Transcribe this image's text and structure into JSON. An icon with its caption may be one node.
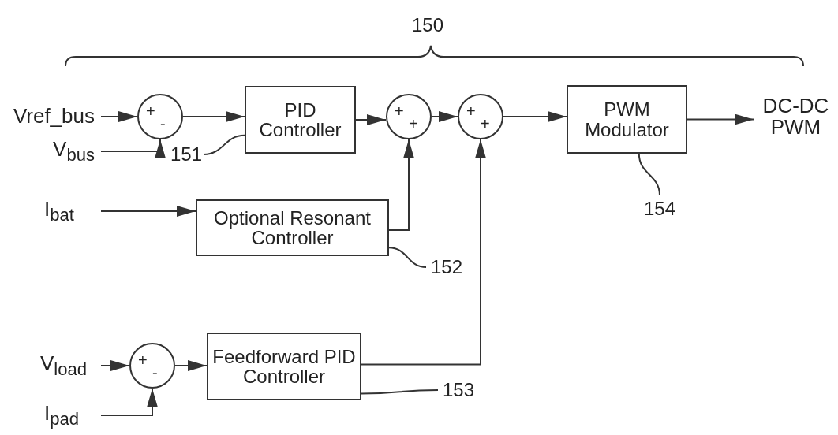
{
  "diagram": {
    "nodes": [
      {
        "text": [
          "Vref_bus"
        ]
      },
      {
        "text": [
          "V$_{bus}$"
        ]
      },
      {
        "text": [
          "+",
          "-"
        ]
      },
      {
        "text": [
          "PID Controller"
        ]
      },
      {
        "text": [
          "+",
          "+"
        ]
      },
      {
        "text": [
          "+",
          "+"
        ]
      },
      {
        "text": [
          "PWM Modulator"
        ]
      },
      {
        "text": [
          "DC-DC PWM"
        ]
      },
      {
        "text": [
          "I$_{bat}$"
        ]
      },
      {
        "text": [
          "Optional Resonant Controller"
        ]
      },
      {
        "text": [
          "V$_{load}$"
        ]
      },
      {
        "text": [
          "I$_{pad}$"
        ]
      },
      {
        "text": [
          "+",
          "-"
        ]
      },
      {
        "text": [
          "Feedforward PID Controller"
        ]
      },
      {
        "text": [
          "151"
        ]
      },
      {
        "text": [
          "152"
        ]
      },
      {
        "text": [
          "153"
        ]
      },
      {
        "text": [
          "154"
        ]
      }
    ],
    "edges": [
      {
        "from": 0,
        "to": 2,
        "arrow": "to"
      },
      {
        "from": 1,
        "to": 2,
        "arrow": "to"
      },
      {
        "from": 2,
        "to": 3,
        "arrow": "to"
      },
      {
        "from": 3,
        "to": 4,
        "arrow": "to"
      },
      {
        "from": 4,
        "to": 5,
        "arrow": "to"
      },
      {
        "from": 5,
        "to": 6,
        "arrow": "to"
      },
      {
        "from": 6,
        "to": 7,
        "arrow": "to"
      },
      {
        "from": 8,
        "to": 9,
        "arrow": "to"
      },
      {
        "from": 9,
        "to": 4,
        "arrow": "to"
      },
      {
        "from": 10,
        "to": 12,
        "arrow": "to"
      },
      {
        "from": 11,
        "to": 12,
        "arrow": "to"
      },
      {
        "from": 12,
        "to": 13,
        "arrow": "to"
      },
      {
        "from": 13,
        "to": 5,
        "arrow": "to"
      },
      {
        "from": 14,
        "to": 3,
        "arrow": "none"
      },
      {
        "from": 15,
        "to": 9,
        "arrow": "none"
      },
      {
        "from": 16,
        "to": 13,
        "arrow": "none"
      },
      {
        "from": 17,
        "to": 6,
        "arrow": "none"
      }
    ],
    "labels": [
      "150"
    ]
  }
}
